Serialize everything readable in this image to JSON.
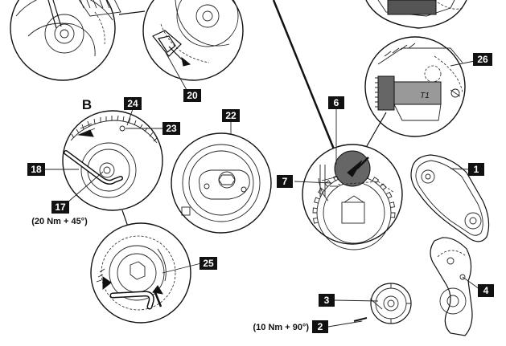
{
  "labels": {
    "l1": "1",
    "l2": "2",
    "l3": "3",
    "l4": "4",
    "l6": "6",
    "l7": "7",
    "l17": "17",
    "l18": "18",
    "l20": "20",
    "l22": "22",
    "l23": "23",
    "l24": "24",
    "l25": "25",
    "l26": "26"
  },
  "view_letter": "B",
  "torque_17": "(20 Nm + 45°)",
  "torque_2": "(10 Nm + 90°)",
  "tag_text": "T1"
}
